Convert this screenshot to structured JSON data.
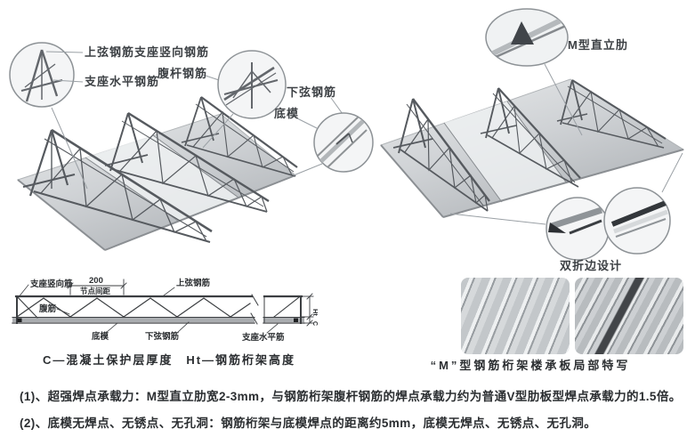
{
  "colors": {
    "steel_dark": "#54585c",
    "steel_mid": "#8b9094",
    "deck_light": "#e9ebec",
    "text_dark": "#2b2e31",
    "leader_gray": "#9aa0a5"
  },
  "left_illustration": {
    "labels": {
      "top_chord_support_vertical": "上弦钢筋支座竖向钢筋",
      "support_horizontal": "支座水平钢筋",
      "web_rebar": "腹杆钢筋",
      "bottom_chord": "下弦钢筋",
      "bottom_form": "底模"
    }
  },
  "right_illustration": {
    "labels": {
      "m_rib": "M型直立肋",
      "double_fold_edge": "双折边设计"
    }
  },
  "section_drawing": {
    "labels": {
      "support_vertical_rebar": "支座竖向筋",
      "node_spacing_value": "200",
      "node_spacing_label": "节点间距",
      "top_chord_rebar": "上弦钢筋",
      "web": "腹筋",
      "bottom_form": "底模",
      "bottom_chord_rebar": "下弦钢筋",
      "support_horizontal_rebar": "支座水平筋",
      "height_symbol": "Ht",
      "cover_symbol": "C"
    },
    "caption": "C—混凝土保护层厚度　Ht—钢筋桁架高度"
  },
  "photo_strip": {
    "caption": "“M”型钢筋桁架楼承板局部特写"
  },
  "notes": {
    "line1": "(1)、超强焊点承载力：M型直立肋宽2-3mm，与钢筋桁架腹杆钢筋的焊点承载力约为普通V型肋板型焊点承载力的1.5倍。",
    "line2": "(2)、底模无焊点、无锈点、无孔洞：钢筋桁架与底模焊点的距离约5mm，底模无焊点、无锈点、无孔洞。"
  }
}
